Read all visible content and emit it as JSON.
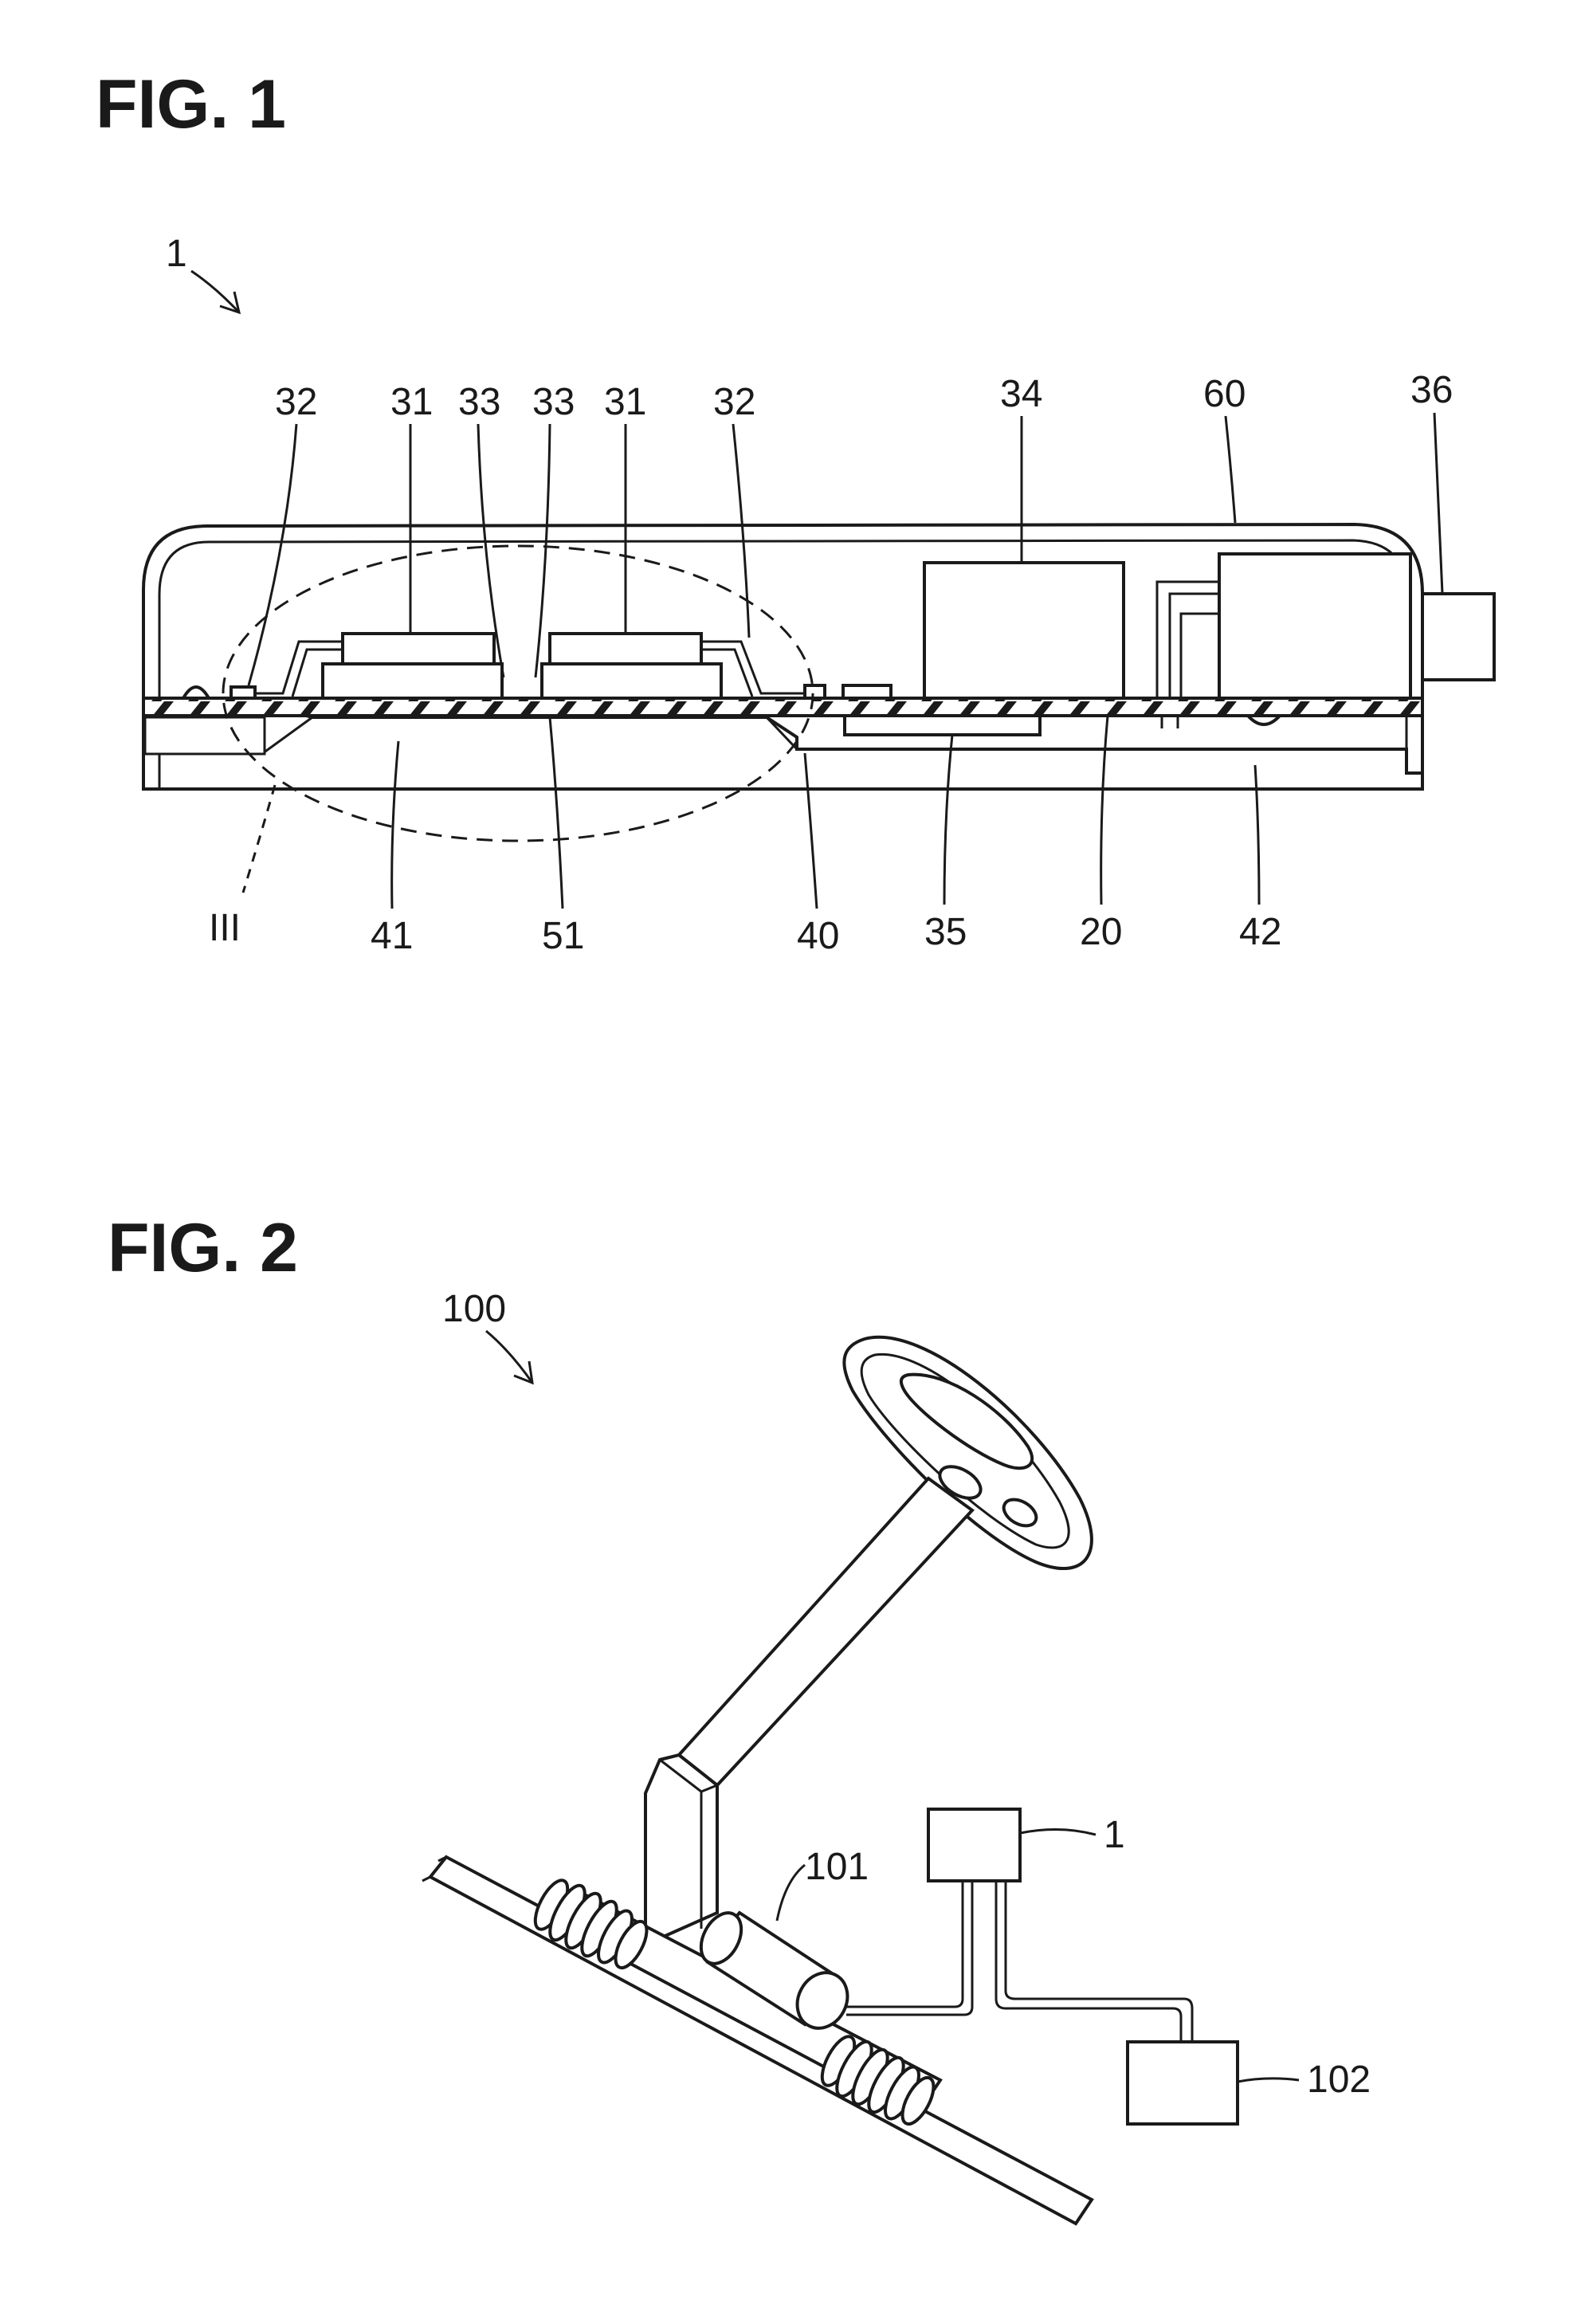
{
  "figures": [
    {
      "title": "FIG. 1",
      "labels": {
        "device": "1",
        "top": [
          "32",
          "31",
          "33",
          "33",
          "31",
          "32",
          "34",
          "60",
          "36"
        ],
        "bottom": [
          "III",
          "41",
          "51",
          "40",
          "35",
          "20",
          "42"
        ]
      }
    },
    {
      "title": "FIG. 2",
      "labels": {
        "system": "100",
        "sensor": "101",
        "ecu": "1",
        "motor": "102"
      }
    }
  ]
}
